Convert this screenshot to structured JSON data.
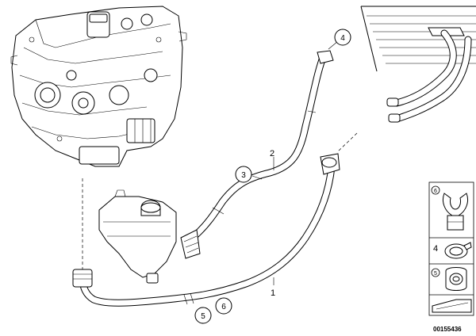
{
  "diagram": {
    "callouts": [
      {
        "id": "c1",
        "label": "1"
      },
      {
        "id": "c2",
        "label": "2"
      },
      {
        "id": "c3",
        "label": "3"
      },
      {
        "id": "c4",
        "label": "4"
      },
      {
        "id": "c5",
        "label": "5"
      },
      {
        "id": "c6",
        "label": "6"
      }
    ],
    "legend": [
      {
        "label": "6"
      },
      {
        "label": "4"
      },
      {
        "label": "5"
      }
    ],
    "diagram_code": "00155436"
  }
}
